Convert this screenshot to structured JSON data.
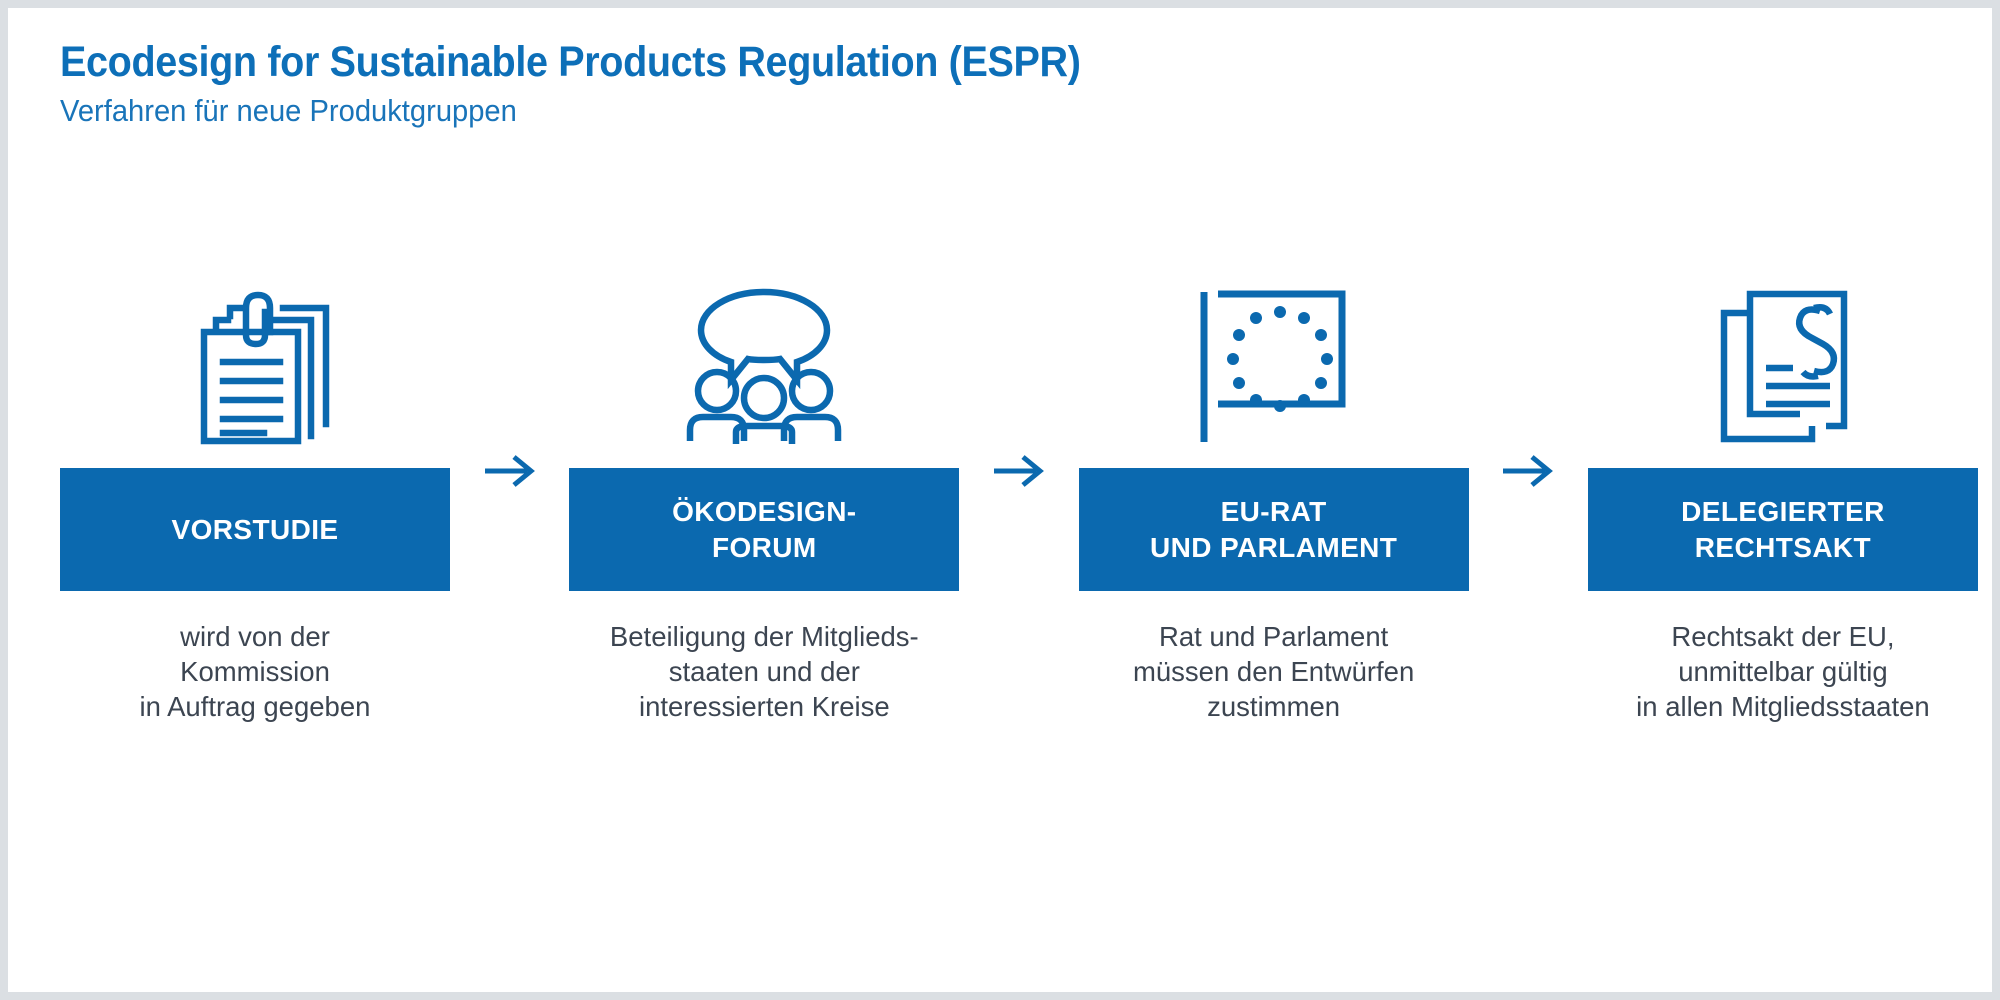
{
  "header": {
    "title": "Ecodesign for Sustainable Products Regulation (ESPR)",
    "subtitle": "Verfahren für neue Produktgruppen"
  },
  "colors": {
    "brand_blue": "#0b69af",
    "title_blue": "#0d6fb8",
    "caption_gray": "#3c4551",
    "page_border": "#dbdfe3",
    "card_background": "#ffffff"
  },
  "arrow_symbol": "→",
  "steps": [
    {
      "icon": "stacked-documents-clipboard-icon",
      "label": "VORSTUDIE",
      "caption": "wird von der\nKommission\nin Auftrag gegeben"
    },
    {
      "icon": "people-discussion-speech-bubble-icon",
      "label": "ÖKODESIGN-\nFORUM",
      "caption": "Beteiligung der Mitglieds-\nstaaten und der\ninteressierten Kreise"
    },
    {
      "icon": "eu-flag-icon",
      "label": "EU-RAT\nUND PARLAMENT",
      "caption": "Rat und Parlament\nmüssen den Entwürfen\nzustimmen"
    },
    {
      "icon": "legal-document-paragraph-icon",
      "label": "DELEGIERTER\nRECHTSAKT",
      "caption": "Rechtsakt der EU,\nunmittelbar gültig\nin allen Mitgliedsstaaten"
    }
  ]
}
